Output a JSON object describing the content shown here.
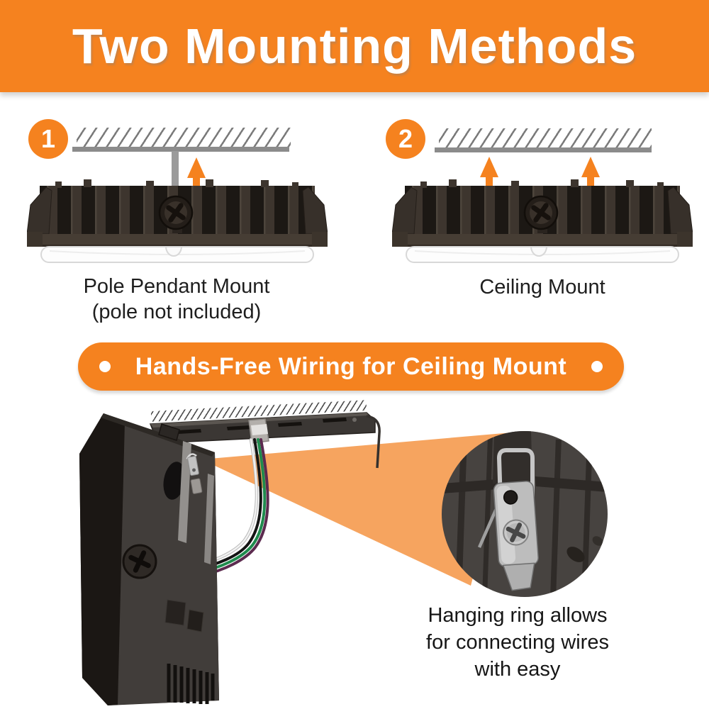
{
  "header": {
    "title": "Two Mounting Methods"
  },
  "methods": [
    {
      "number": "1",
      "label": "Pole Pendant Mount",
      "note": "(pole not included)",
      "arrow_count": 1
    },
    {
      "number": "2",
      "label": "Ceiling Mount",
      "note": "",
      "arrow_count": 2
    }
  ],
  "banner": {
    "text": "Hands-Free Wiring for Ceiling Mount"
  },
  "caption": {
    "line1": "Hanging ring allows",
    "line2": "for connecting wires",
    "line3": "with easy"
  },
  "icons": {
    "number_badge": "orange-circle-with-white-number",
    "up_arrow": "solid-orange-up-arrow",
    "bullet_dot": "white-filled-circle",
    "ceiling_hatch": "gray-diagonal-hatching",
    "magnifier": "zoom-circle-with-beam"
  },
  "colors": {
    "accent_orange": "#F5821F",
    "beam_orange": "#F6A45F",
    "ceiling_gray": "#8B8B8B",
    "hatch_gray": "#7A7A7A",
    "fixture_dark_brown": "#3B332C",
    "text_dark": "#1E1E1E",
    "background": "#FFFFFF"
  }
}
